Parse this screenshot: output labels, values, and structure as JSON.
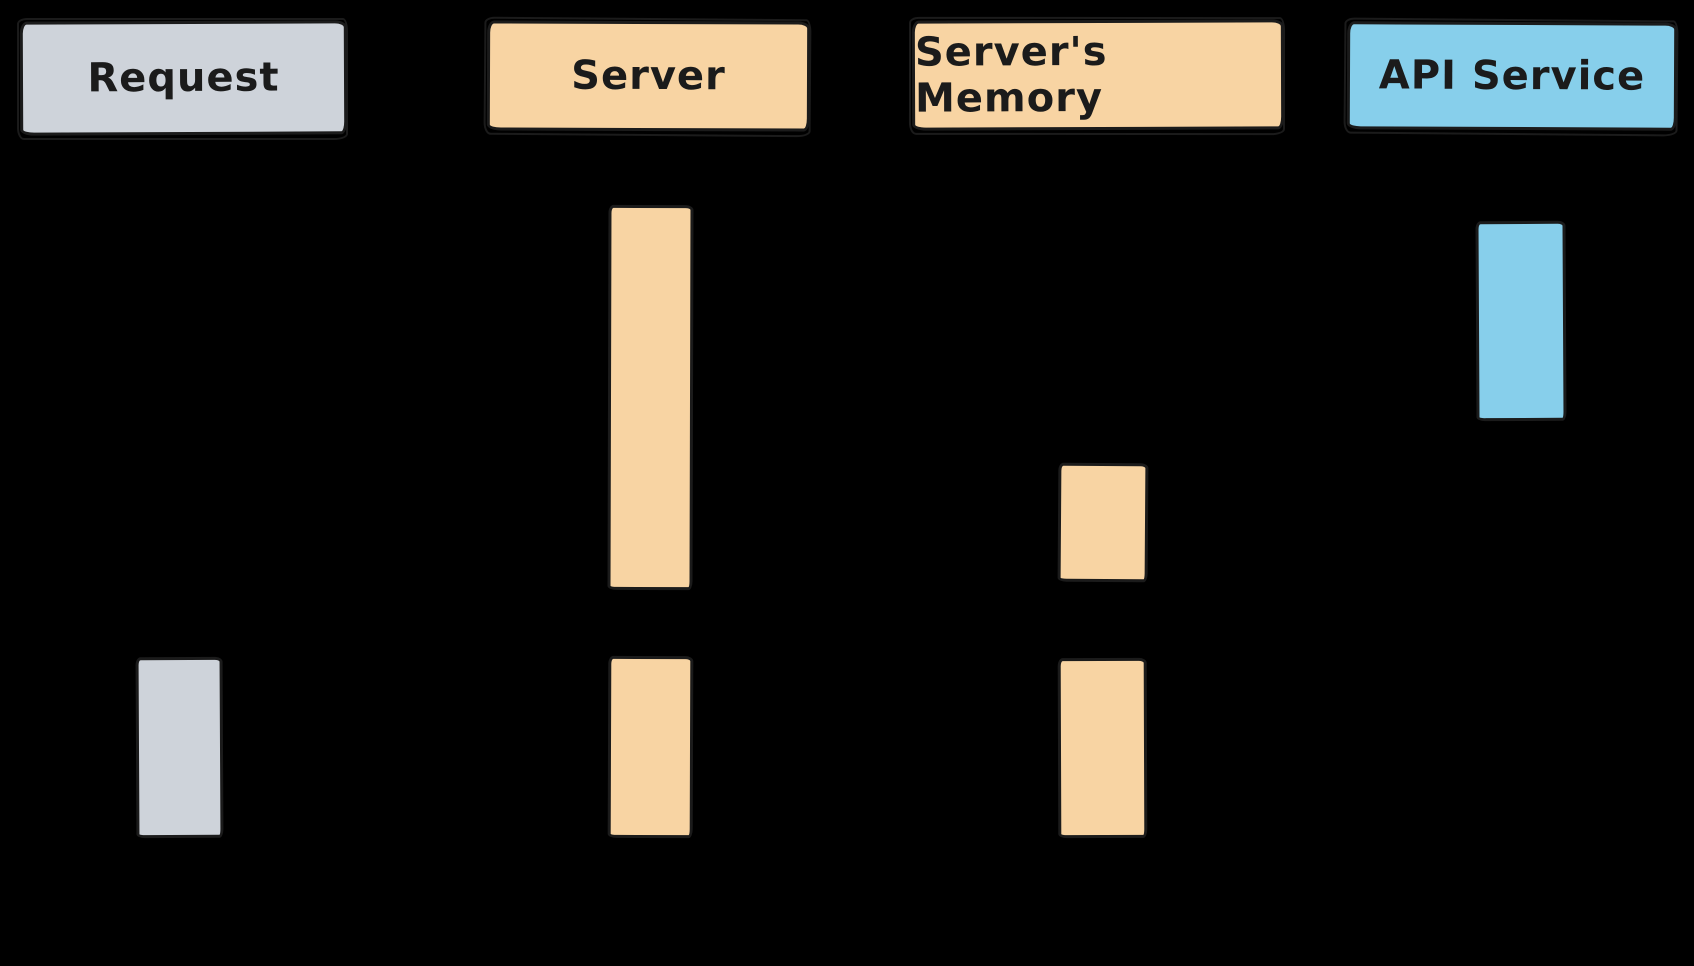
{
  "diagram": {
    "type": "sequence-diagram",
    "participants": [
      {
        "name": "Request",
        "color": "#ced3da"
      },
      {
        "name": "Server",
        "color": "#f8d4a3"
      },
      {
        "name": "Server's Memory",
        "color": "#f8d4a3"
      },
      {
        "name": "API Service",
        "color": "#87cfeb"
      }
    ],
    "activations": [
      {
        "participant": "Server",
        "order": 1,
        "color": "#f8d4a3"
      },
      {
        "participant": "API Service",
        "order": 1,
        "color": "#87cfeb"
      },
      {
        "participant": "Server's Memory",
        "order": 1,
        "color": "#f8d4a3"
      },
      {
        "participant": "Request",
        "order": 1,
        "color": "#ced3da"
      },
      {
        "participant": "Server",
        "order": 2,
        "color": "#f8d4a3"
      },
      {
        "participant": "Server's Memory",
        "order": 2,
        "color": "#f8d4a3"
      }
    ],
    "colors": {
      "background": "#000000",
      "stroke": "#1b1b1b",
      "text": "#1b1b1b"
    }
  }
}
